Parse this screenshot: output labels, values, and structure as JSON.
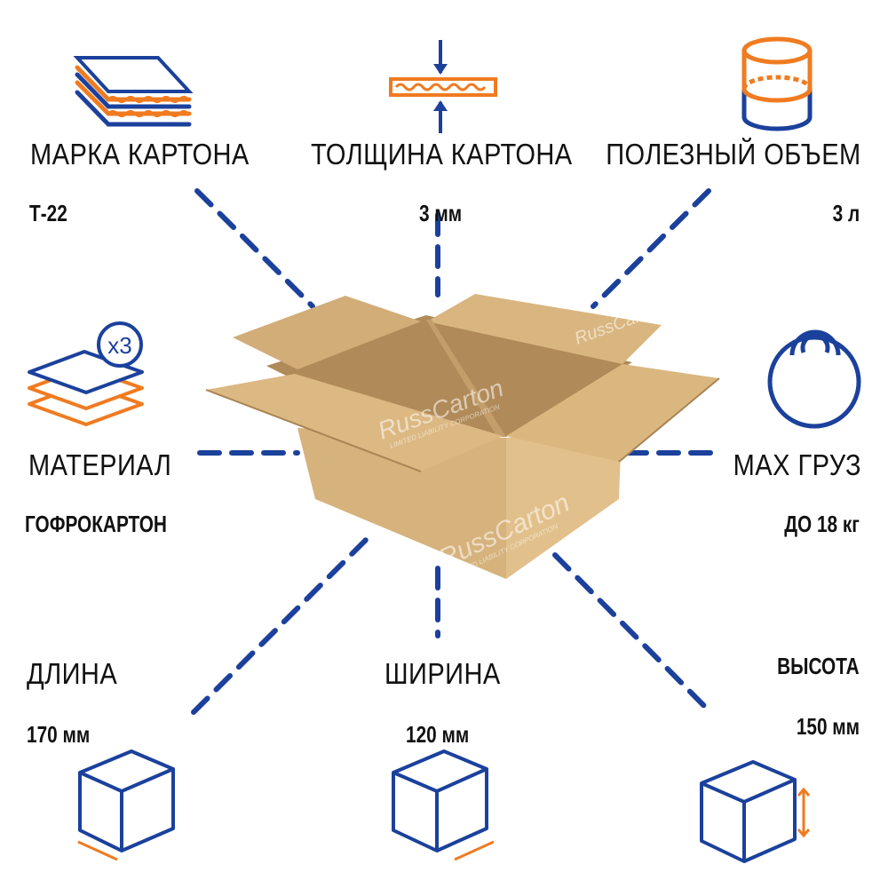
{
  "specs": {
    "grade": {
      "label": "МАРКА КАРТОНА",
      "value": "Т-22"
    },
    "thickness": {
      "label": "ТОЛЩИНА КАРТОНА",
      "value": "3 мм"
    },
    "volume": {
      "label": "ПОЛЕЗНЫЙ ОБЪЕМ",
      "value": "3 л"
    },
    "material": {
      "label": "МАТЕРИАЛ",
      "value": "ГОФРОКАРТОН",
      "layers_badge": "x3"
    },
    "max_load": {
      "label": "MAX ГРУЗ",
      "value": "ДО 18 кг"
    },
    "length": {
      "label": "ДЛИНА",
      "value": "170 мм"
    },
    "width": {
      "label": "ШИРИНА",
      "value": "120 мм"
    },
    "height": {
      "label": "ВЫСОТА",
      "value": "150 мм"
    }
  },
  "watermark": {
    "brand": "RussCarton",
    "sub": "LIMITED LIABILITY CORPORATION"
  },
  "colors": {
    "blue": "#1b419c",
    "orange": "#f07b21",
    "cardboard": "#d6b27c"
  }
}
